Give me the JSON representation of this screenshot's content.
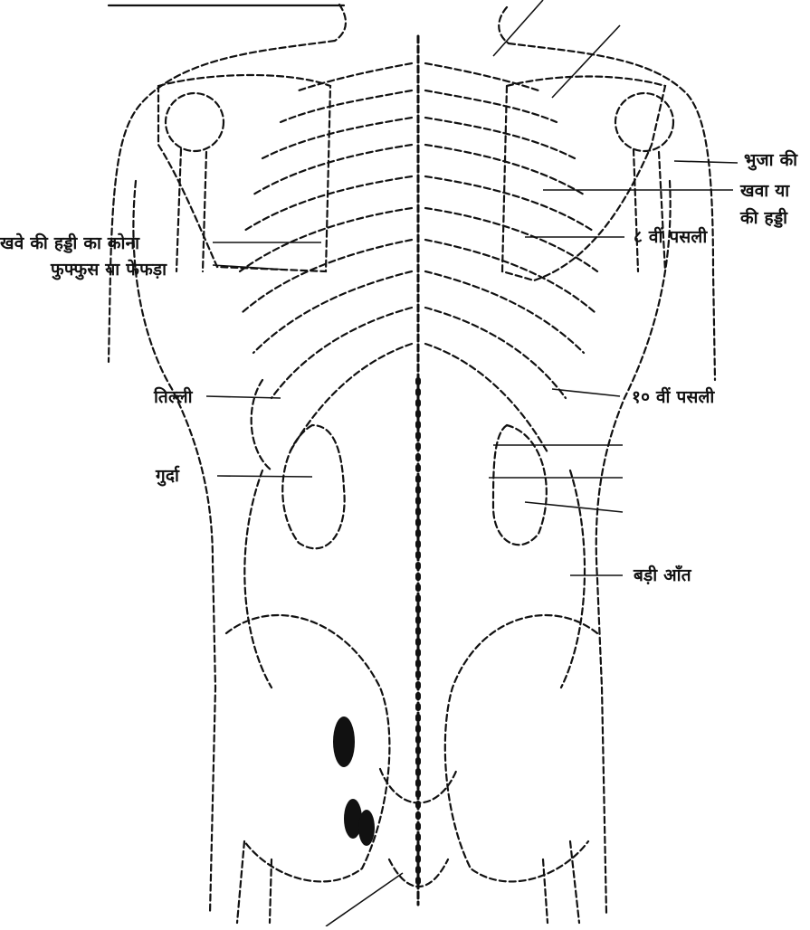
{
  "diagram": {
    "labels": {
      "arm_bone": "भुजा की",
      "scapula_line1": "खवा या",
      "scapula_line2": "की हड्डी",
      "scapula_angle": "खवे की हड्डी का कोना",
      "lung": "फुफ्फुस या फेफड़ा",
      "spleen": "तिल्ली",
      "rib_8": "८ वीं पसली",
      "rib_10": "१० वीं पसली",
      "kidney": "गुर्दा",
      "large_intestine": "बड़ी आँत"
    },
    "colors": {
      "ink": "#111111",
      "paper": "#ffffff"
    }
  }
}
